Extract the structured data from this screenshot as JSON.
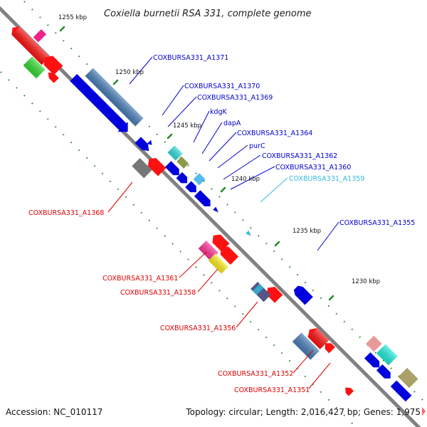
{
  "title": "Coxiella burnetii RSA 331, complete genome",
  "footer": {
    "accession": "Accession: NC_010117",
    "topology": "Topology: circular; Length: 2,016,427 bp; Genes: 1,975"
  },
  "scale_labels": [
    "1255 kbp",
    "1250 kbp",
    "1245 kbp",
    "1240 kbp",
    "1235 kbp",
    "1230 kbp"
  ],
  "colors": {
    "backbone": "#808080",
    "forward_label": "#0000cc",
    "reverse_label": "#dd0000",
    "highlight_label": "#33bbdd",
    "tick": "#228b22"
  },
  "gene_labels": [
    {
      "text": "COXBURSA331_A1371",
      "strand": "forward"
    },
    {
      "text": "COXBURSA331_A1370",
      "strand": "forward"
    },
    {
      "text": "COXBURSA331_A1369",
      "strand": "forward"
    },
    {
      "text": "kdgK",
      "strand": "forward"
    },
    {
      "text": "dapA",
      "strand": "forward"
    },
    {
      "text": "COXBURSA331_A1364",
      "strand": "forward"
    },
    {
      "text": "purC",
      "strand": "forward"
    },
    {
      "text": "COXBURSA331_A1362",
      "strand": "forward"
    },
    {
      "text": "COXBURSA331_A1360",
      "strand": "forward"
    },
    {
      "text": "COXBURSA331_A1359",
      "strand": "forward"
    },
    {
      "text": "COXBURSA331_A1355",
      "strand": "forward"
    },
    {
      "text": "COXBURSA331_A1368",
      "strand": "reverse"
    },
    {
      "text": "COXBURSA331_A1361",
      "strand": "reverse"
    },
    {
      "text": "COXBURSA331_A1358",
      "strand": "reverse"
    },
    {
      "text": "COXBURSA331_A1356",
      "strand": "reverse"
    },
    {
      "text": "COXBURSA331_A1352",
      "strand": "reverse"
    },
    {
      "text": "COXBURSA331_A1351",
      "strand": "reverse"
    }
  ]
}
